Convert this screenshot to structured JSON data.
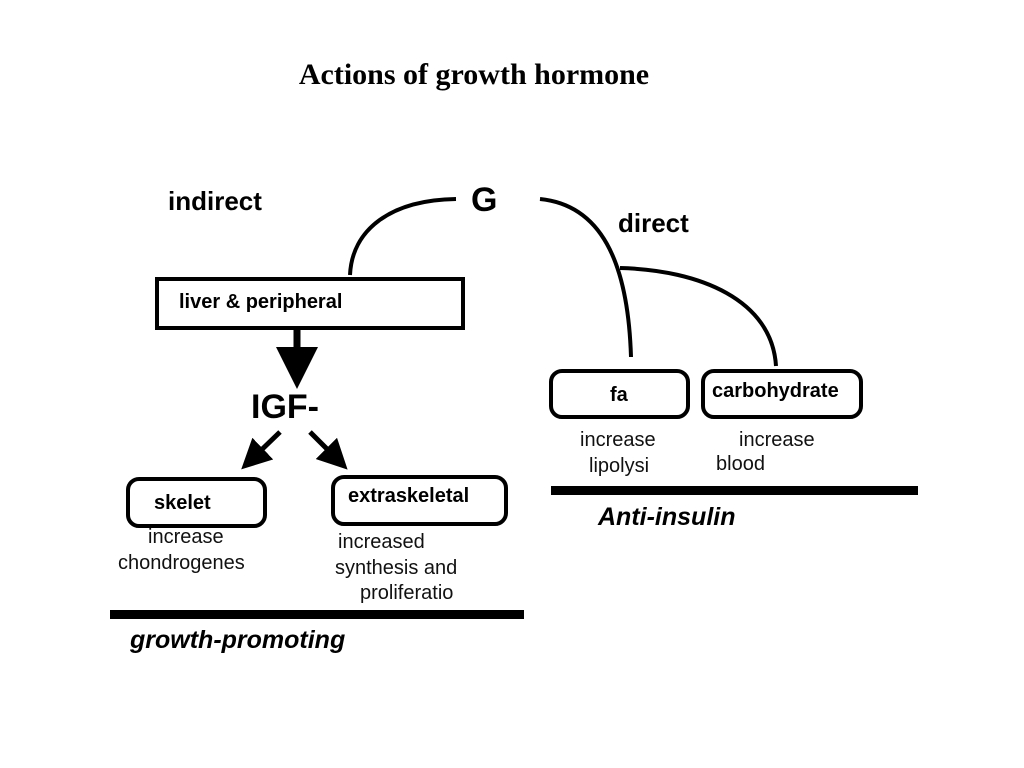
{
  "title": "Actions of growth hormone",
  "hub": "G",
  "branches": {
    "indirect": "indirect",
    "direct": "direct"
  },
  "indirect": {
    "liver_box": "liver & peripheral",
    "igf": "IGF-",
    "skeletal_box": "skelet",
    "skeletal_note": [
      "increase",
      "chondrogenes"
    ],
    "extraskeletal_box": "extraskeletal",
    "extraskeletal_note": [
      "increased",
      "synthesis and",
      "proliferatio"
    ],
    "caption": "growth-promoting"
  },
  "direct": {
    "fat_box": "fa",
    "fat_note": [
      "increase",
      "lipolysi"
    ],
    "carb_box": "carbohydrate",
    "carb_note": [
      "increase",
      "blood"
    ],
    "caption": "Anti-insulin"
  }
}
